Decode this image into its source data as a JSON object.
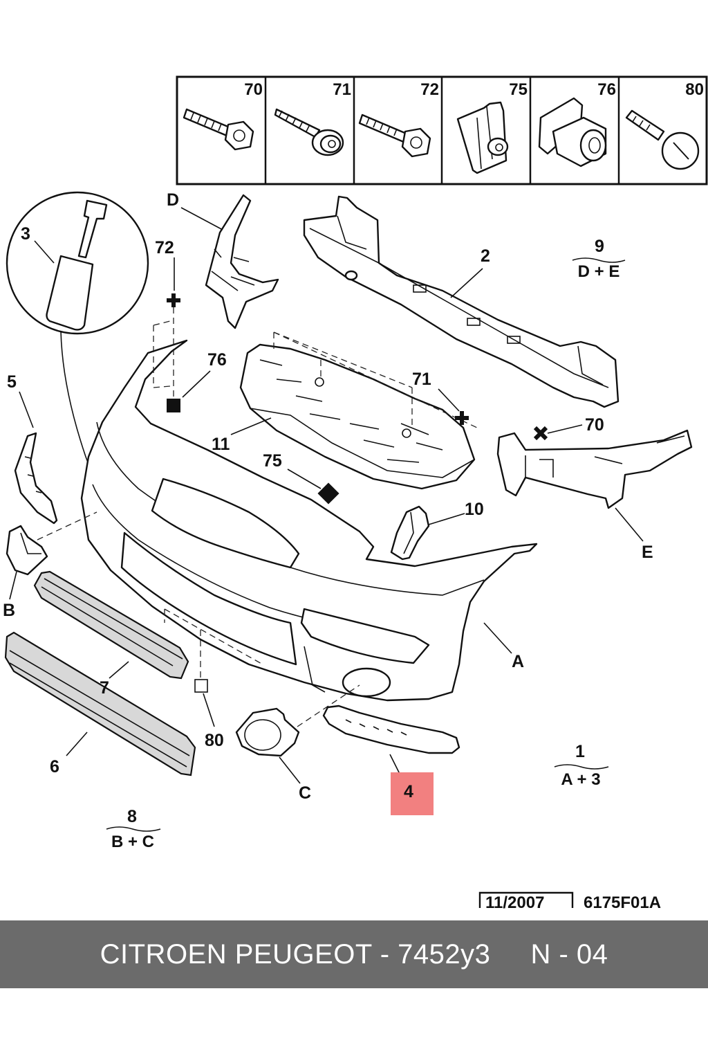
{
  "header_codes": [
    "70",
    "71",
    "72",
    "75",
    "76",
    "80"
  ],
  "labels": {
    "p1": "1",
    "p2": "2",
    "p3": "3",
    "p4": "4",
    "p5": "5",
    "p6": "6",
    "p7": "7",
    "p9": "9",
    "p8": "8",
    "p10": "10",
    "p11": "11",
    "p70": "70",
    "p71": "71",
    "p72": "72",
    "p75": "75",
    "p76": "76",
    "p80": "80",
    "pA": "A",
    "pB": "B",
    "pC": "C",
    "pD": "D",
    "pE": "E"
  },
  "groups": {
    "g9": "D + E",
    "g1": "A + 3",
    "g8": "B + C"
  },
  "highlight": {
    "part": "4",
    "color": "#f28080"
  },
  "stamp": {
    "date": "11/2007",
    "ref": "6175F01A"
  },
  "footer": {
    "text": "CITROEN PEUGEOT - 7452y3     N - 04"
  }
}
